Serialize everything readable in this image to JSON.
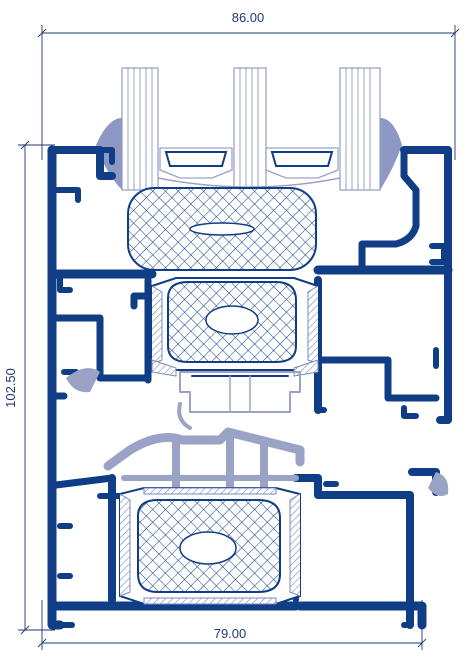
{
  "dimensions": {
    "top_width": "86.00",
    "bottom_width": "79.00",
    "height": "102.50"
  },
  "colors": {
    "profile": "#0f3d86",
    "gasket": "#9aa3c6",
    "thermal_break_hatch": "#7a88c0",
    "dimension": "#1f3a73"
  }
}
